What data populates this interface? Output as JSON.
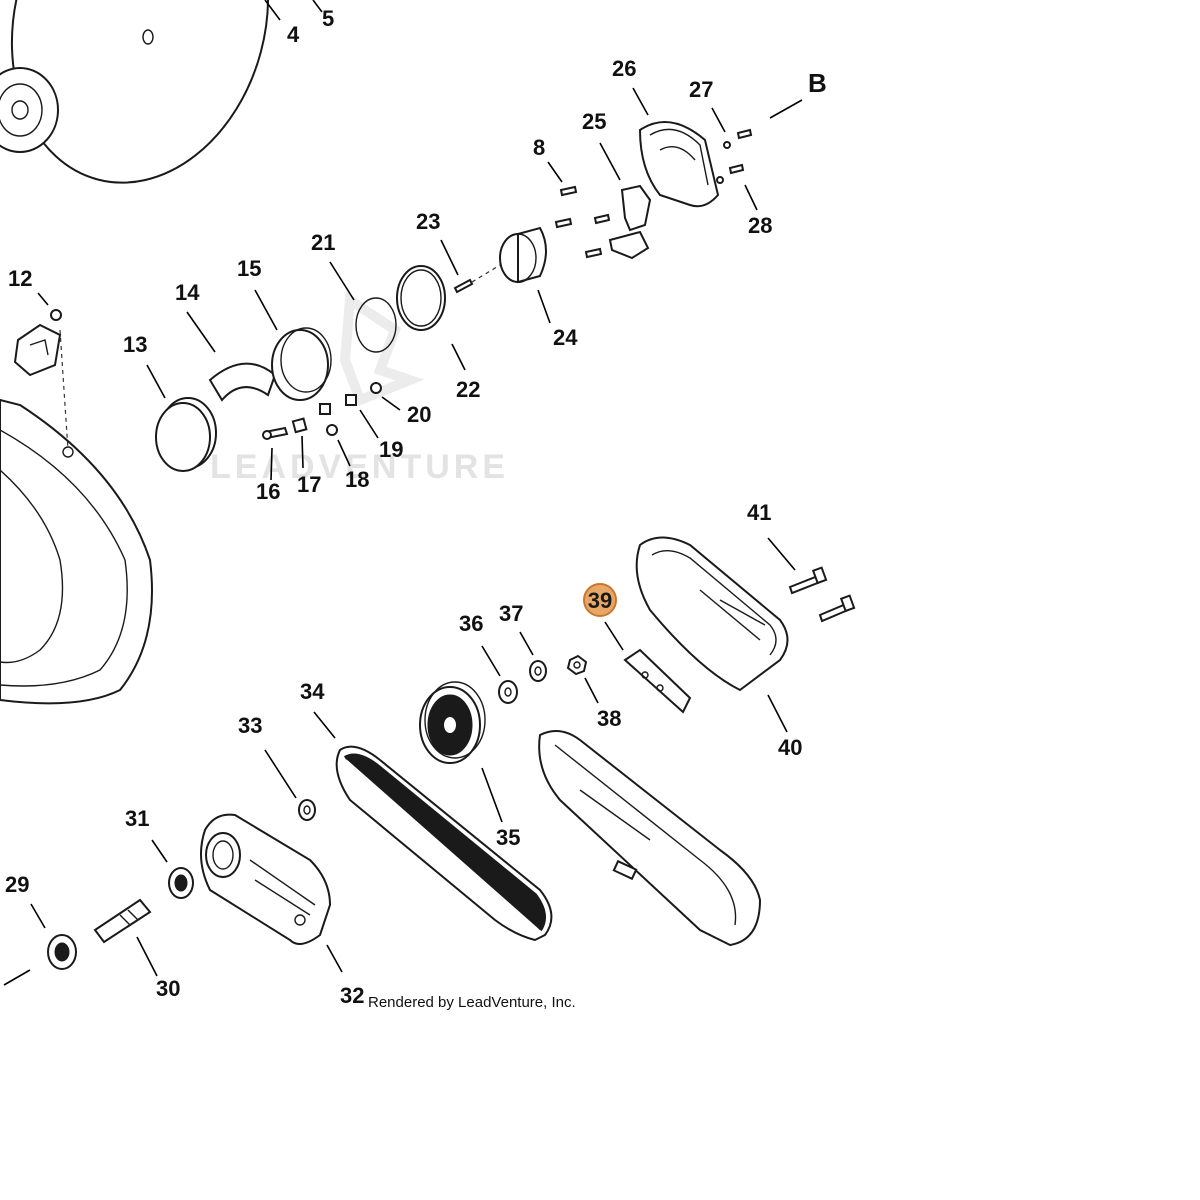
{
  "diagram": {
    "section_marker": "B",
    "watermark": "LEADVENTURE",
    "credit": "Rendered by LeadVenture, Inc.",
    "highlighted_part": "39",
    "highlight_color": "#e8a667",
    "parts": {
      "p4": "4",
      "p5": "5",
      "p8": "8",
      "p12": "12",
      "p13": "13",
      "p14": "14",
      "p15": "15",
      "p16": "16",
      "p17": "17",
      "p18": "18",
      "p19": "19",
      "p20": "20",
      "p21": "21",
      "p22": "22",
      "p23": "23",
      "p24": "24",
      "p25": "25",
      "p26": "26",
      "p27": "27",
      "p28": "28",
      "p29": "29",
      "p30": "30",
      "p31": "31",
      "p32": "32",
      "p33": "33",
      "p34": "34",
      "p35": "35",
      "p36": "36",
      "p37": "37",
      "p38": "38",
      "p39": "39",
      "p40": "40",
      "p41": "41"
    }
  }
}
